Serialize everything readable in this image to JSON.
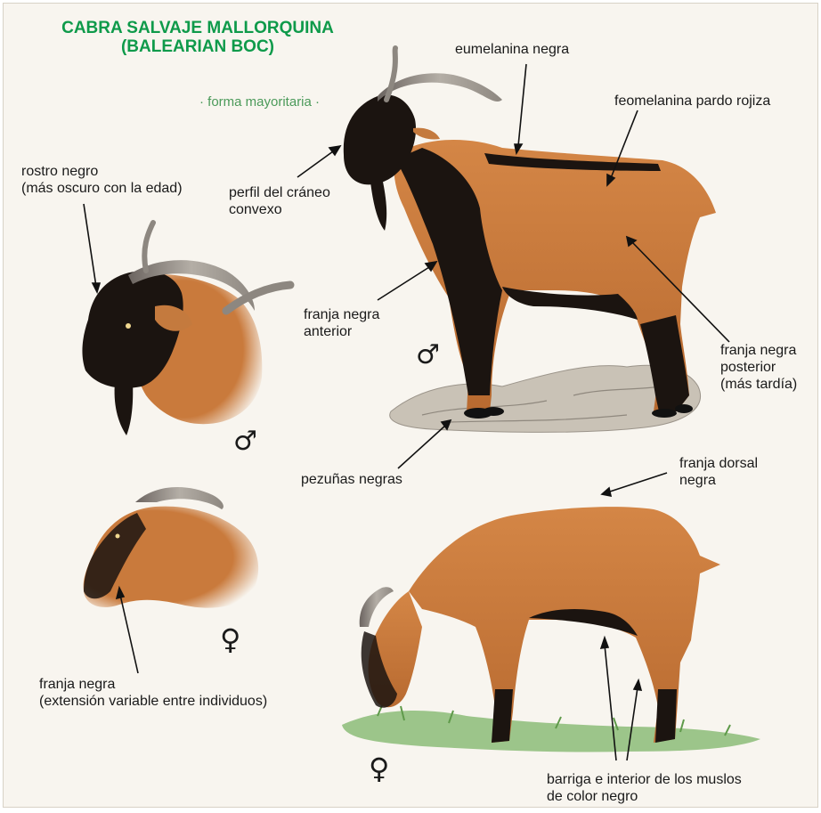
{
  "title": {
    "line1": "CABRA SALVAJE MALLORQUINA",
    "line2": "(BALEARIAN BOC)"
  },
  "subtitle": "· forma mayoritaria ·",
  "labels": {
    "eumelanina": "eumelanina negra",
    "feomelanina": "feomelanina pardo rojiza",
    "rostro_1": "rostro negro",
    "rostro_2": "(más oscuro con la edad)",
    "perfil_1": "perfil del cráneo",
    "perfil_2": "convexo",
    "franja_anterior_1": "franja negra",
    "franja_anterior_2": "anterior",
    "franja_posterior_1": "franja negra",
    "franja_posterior_2": "posterior",
    "franja_posterior_3": "(más tardía)",
    "pezunas": "pezuñas negras",
    "franja_dorsal_1": "franja dorsal",
    "franja_dorsal_2": "negra",
    "franja_negra_1": "franja negra",
    "franja_negra_2": "(extensión variable entre individuos)",
    "barriga_1": "barriga e interior de los muslos",
    "barriga_2": "de color negro"
  },
  "symbols": {
    "male": "♂",
    "female": "♀"
  },
  "colors": {
    "title_green": "#0e9a4a",
    "coat_red_brown": "#c97a3c",
    "eumelanin_black": "#1a1410",
    "background": "#f8f5ef"
  }
}
